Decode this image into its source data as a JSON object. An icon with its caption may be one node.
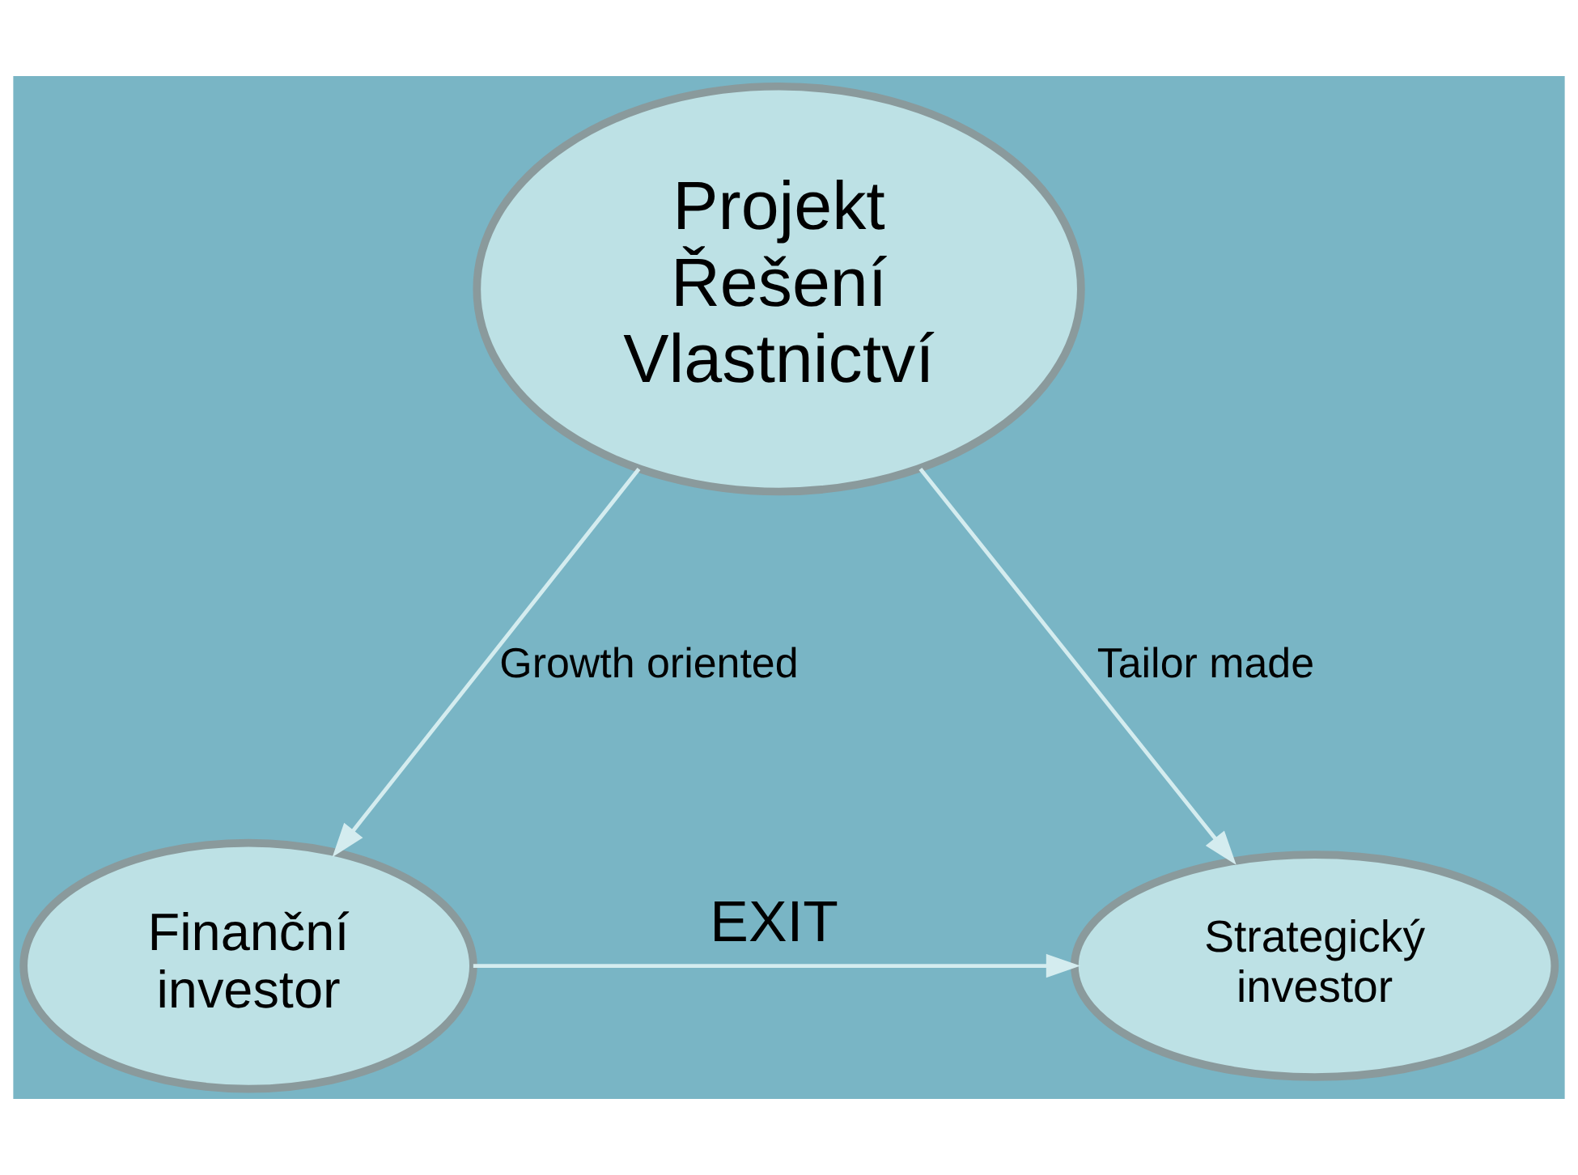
{
  "diagram": {
    "nodes": [
      {
        "text": [
          "Projekt Řešení Vlastnictví"
        ]
      },
      {
        "text": [
          "Finanční investor"
        ]
      },
      {
        "text": [
          "Strategický investor"
        ]
      }
    ],
    "edges": [
      {
        "from": 0,
        "to": 1,
        "arrow": "to",
        "label": "Growth oriented"
      },
      {
        "from": 0,
        "to": 2,
        "arrow": "to",
        "label": "Tailor made"
      },
      {
        "from": 1,
        "to": 2,
        "arrow": "to",
        "label": "EXIT"
      }
    ]
  }
}
